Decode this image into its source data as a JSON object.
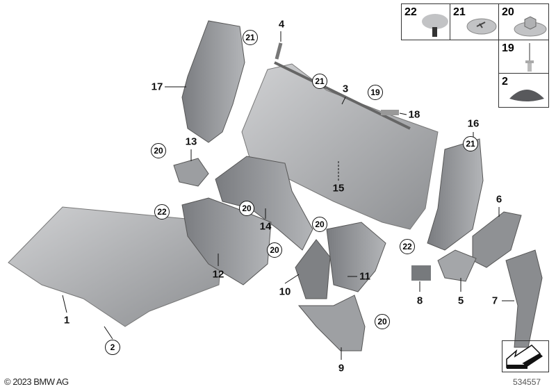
{
  "diagram": {
    "callouts": {
      "c1": "1",
      "c2": "2",
      "c3": "3",
      "c4": "4",
      "c5": "5",
      "c6": "6",
      "c7": "7",
      "c8": "8",
      "c9": "9",
      "c10": "10",
      "c11": "11",
      "c12": "12",
      "c13": "13",
      "c14": "14",
      "c15": "15",
      "c16": "16",
      "c17": "17",
      "c18": "18"
    },
    "circled": {
      "a": "21",
      "b": "21",
      "c": "19",
      "d": "21",
      "e": "20",
      "f": "20",
      "g": "22",
      "h": "20",
      "i": "22",
      "j": "20",
      "k": "2",
      "l": "20"
    }
  },
  "legend": [
    {
      "number": "22",
      "item": "expanding-rivet"
    },
    {
      "number": "21",
      "item": "screw-clip"
    },
    {
      "number": "20",
      "item": "hex-nut-washer"
    },
    {
      "number": "19",
      "item": "rivet"
    },
    {
      "number": "2",
      "item": "plug-cap"
    }
  ],
  "footer": {
    "copyright": "© 2023 BMW AG",
    "image_id": "534557"
  },
  "colors": {
    "part": "#b8b9bb",
    "part_dark": "#6d6f72",
    "line": "#111111"
  }
}
